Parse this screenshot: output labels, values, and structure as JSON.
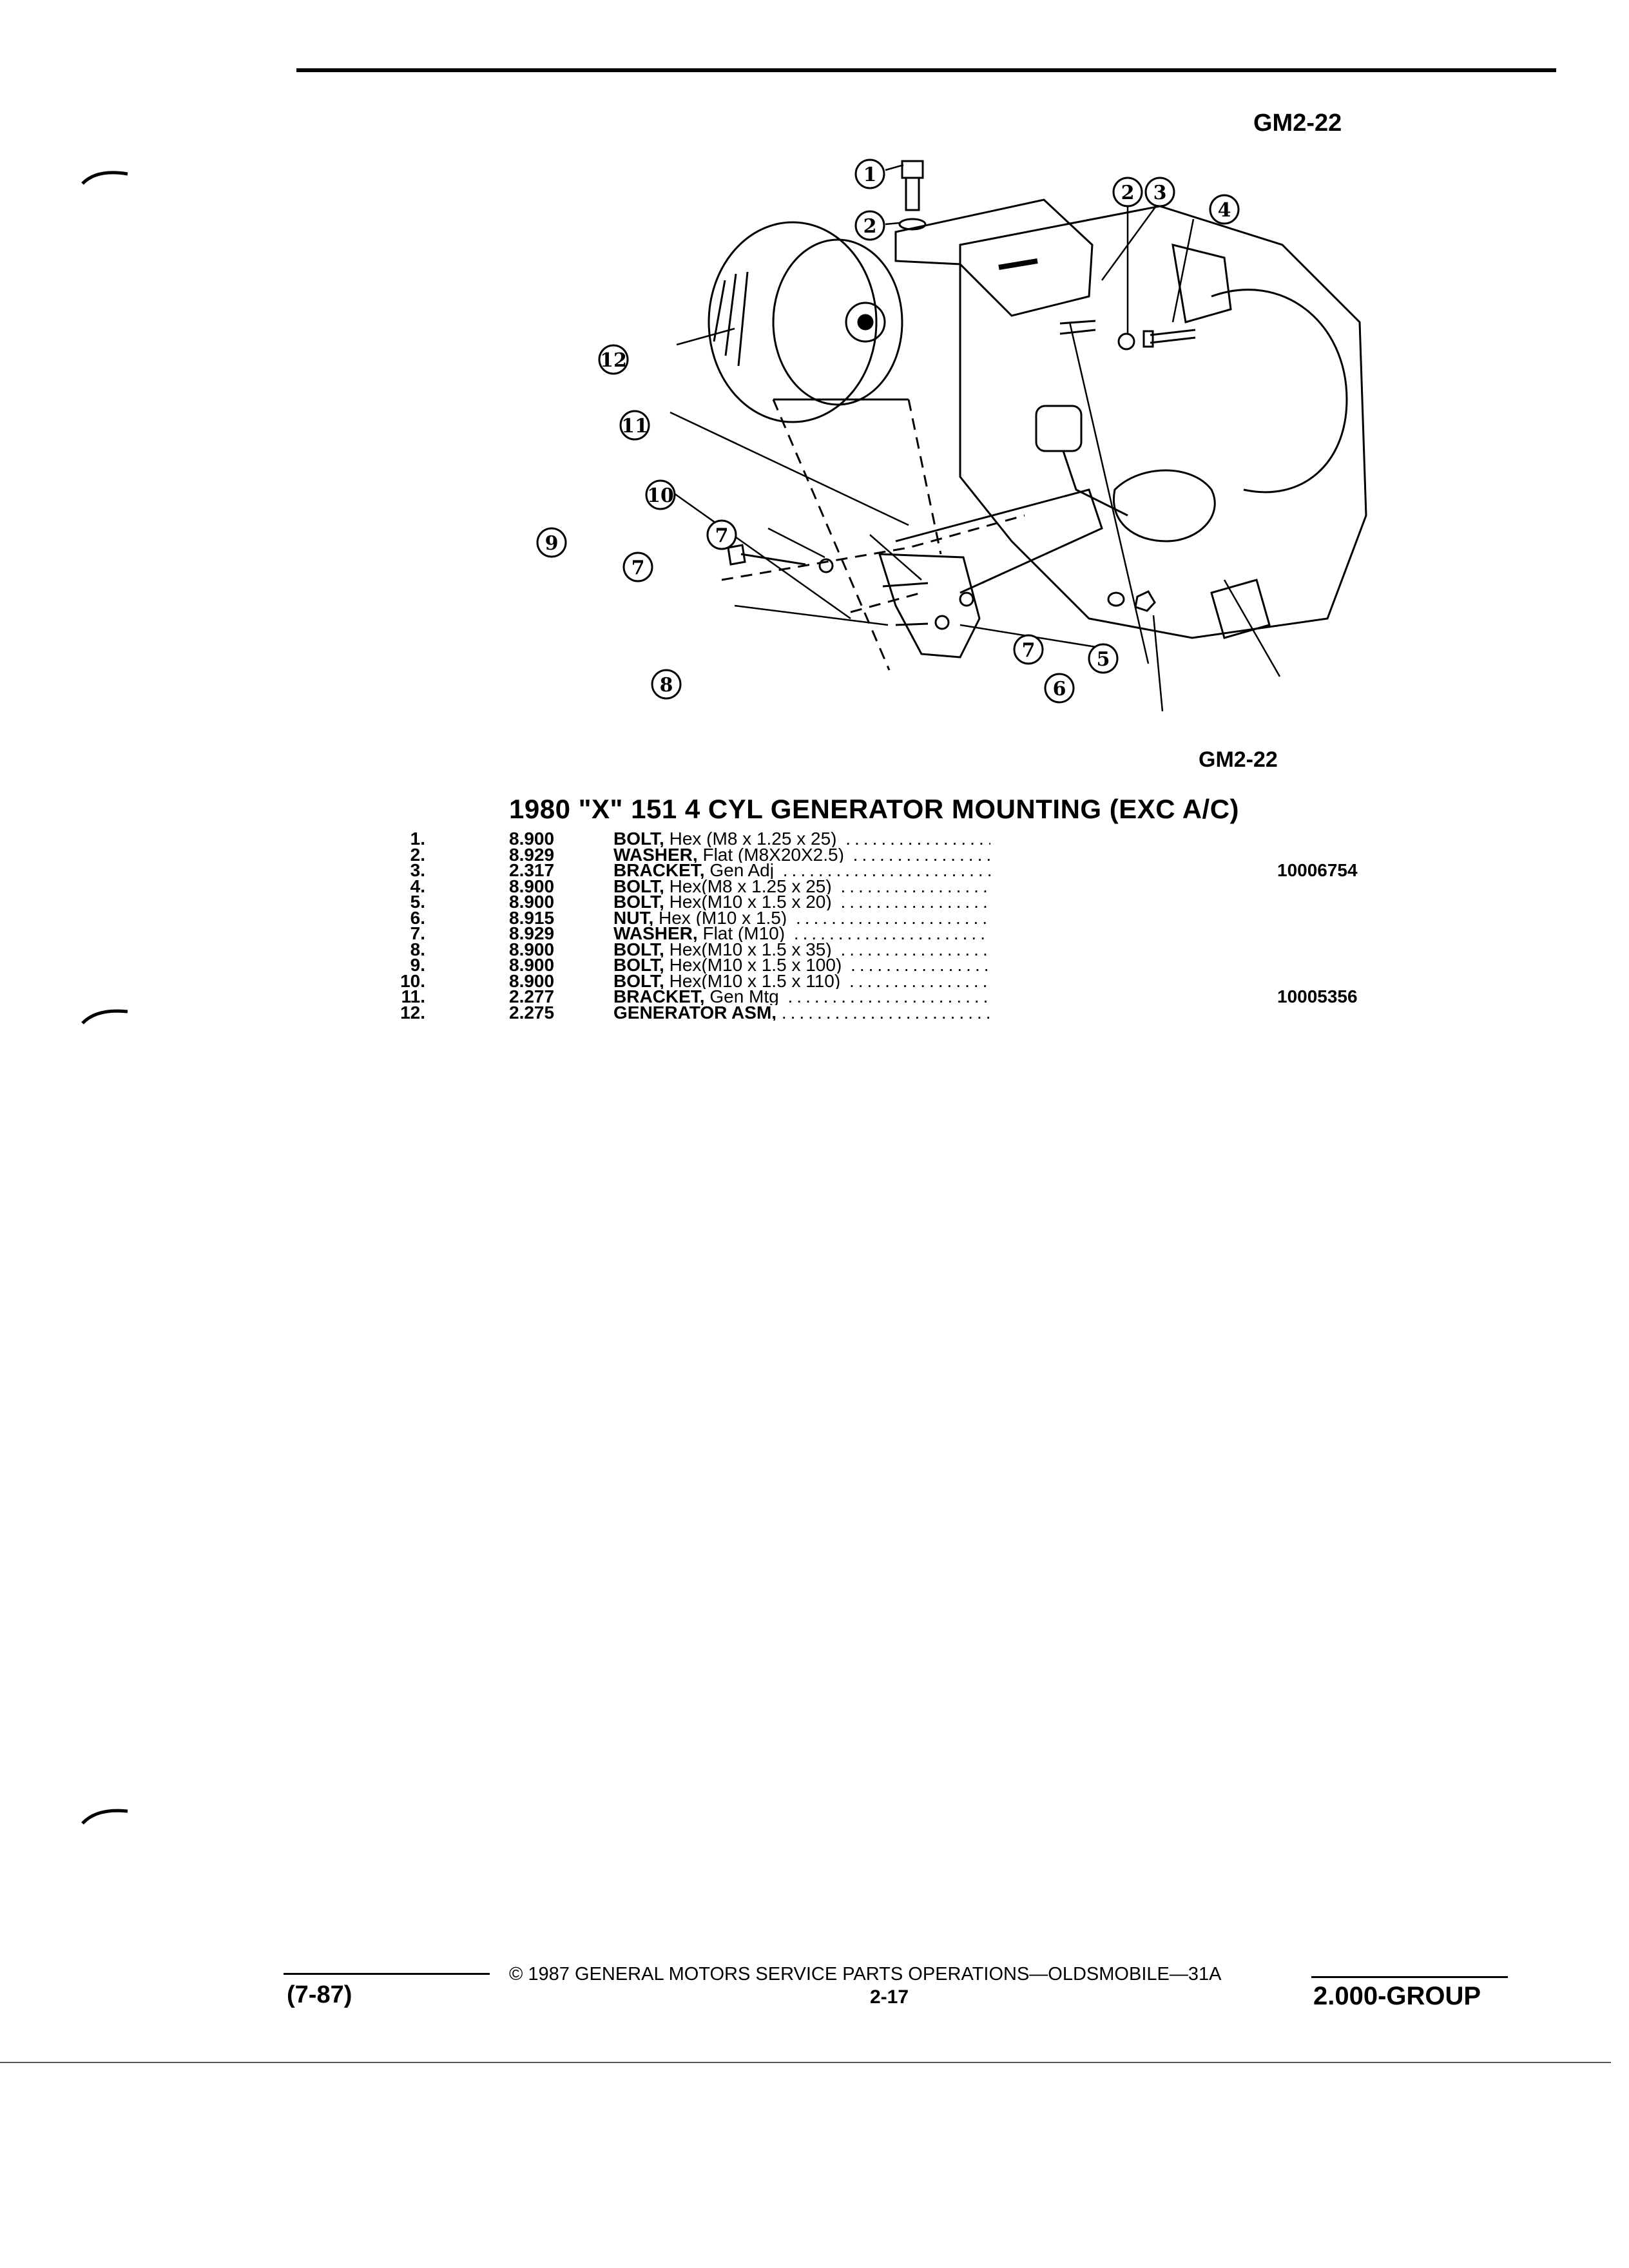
{
  "page": {
    "figure_code_top": "GM2-22",
    "figure_code_bottom": "GM2-22",
    "title": "1980 \"X\" 151 4 CYL GENERATOR MOUNTING (EXC A/C)"
  },
  "diagram": {
    "callouts": [
      "1",
      "2",
      "2",
      "3",
      "4",
      "5",
      "6",
      "7",
      "7",
      "7",
      "8",
      "9",
      "10",
      "11",
      "12"
    ]
  },
  "parts": [
    {
      "num": "1.",
      "code": "8.900",
      "name": "BOLT,",
      "spec": "Hex (M8 x 1.25 x 25)",
      "part_no": ""
    },
    {
      "num": "2.",
      "code": "8.929",
      "name": "WASHER,",
      "spec": "Flat (M8X20X2.5)",
      "part_no": ""
    },
    {
      "num": "3.",
      "code": "2.317",
      "name": "BRACKET,",
      "spec": "Gen Adj",
      "part_no": "10006754"
    },
    {
      "num": "4.",
      "code": "8.900",
      "name": "BOLT,",
      "spec": "Hex(M8 x 1.25 x 25)",
      "part_no": ""
    },
    {
      "num": "5.",
      "code": "8.900",
      "name": "BOLT,",
      "spec": "Hex(M10 x 1.5 x 20)",
      "part_no": ""
    },
    {
      "num": "6.",
      "code": "8.915",
      "name": "NUT,",
      "spec": "Hex (M10 x 1.5)",
      "part_no": ""
    },
    {
      "num": "7.",
      "code": "8.929",
      "name": "WASHER,",
      "spec": "Flat (M10)",
      "part_no": ""
    },
    {
      "num": "8.",
      "code": "8.900",
      "name": "BOLT,",
      "spec": "Hex(M10 x 1.5 x 35)",
      "part_no": ""
    },
    {
      "num": "9.",
      "code": "8.900",
      "name": "BOLT,",
      "spec": "Hex(M10 x 1.5 x 100)",
      "part_no": ""
    },
    {
      "num": "10.",
      "code": "8.900",
      "name": "BOLT,",
      "spec": "Hex(M10 x 1.5 x 110)",
      "part_no": ""
    },
    {
      "num": "11.",
      "code": "2.277",
      "name": "BRACKET,",
      "spec": "Gen Mtg",
      "part_no": "10005356"
    },
    {
      "num": "12.",
      "code": "2.275",
      "name": "GENERATOR ASM,",
      "spec": "",
      "part_no": ""
    }
  ],
  "footer": {
    "copyright": "© 1987 GENERAL MOTORS SERVICE PARTS OPERATIONS—OLDSMOBILE—31A",
    "date": "(7-87)",
    "page": "2-17",
    "group": "2.000-GROUP"
  }
}
